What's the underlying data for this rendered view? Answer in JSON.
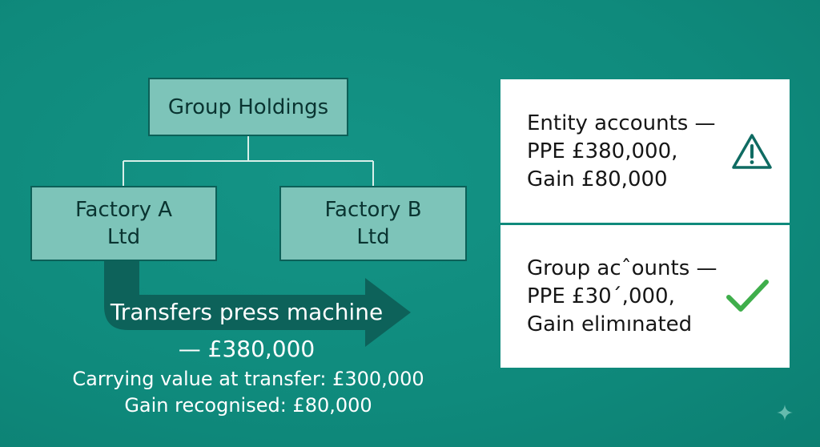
{
  "org": {
    "parent": "Group Holdings",
    "subsidiaries": [
      {
        "line1": "Factory A",
        "line2": "Ltd"
      },
      {
        "line1": "Factory B",
        "line2": "Ltd"
      }
    ]
  },
  "transfer": {
    "label_line1": "Transfers press machine",
    "label_line2": "— £380,000",
    "note1": "Carrying value at transfer: £300,000",
    "note2": "Gain recognised: £80,000"
  },
  "entity_panel": {
    "line1": "Entity accounts —",
    "line2": "PPE £380,000,",
    "line3": "Gain £80,000",
    "icon": "warning-icon"
  },
  "group_panel": {
    "line1": "Group acˆounts —",
    "line2": "PPE £30´,000,",
    "line3": "Gain elimınated",
    "icon": "check-icon"
  },
  "colors": {
    "background": "#0f8a7c",
    "box_fill": "#7dc4b9",
    "box_border": "#0c6058",
    "arrow": "#0d5e57",
    "check": "#3fae4b",
    "warning": "#0f6b62"
  }
}
